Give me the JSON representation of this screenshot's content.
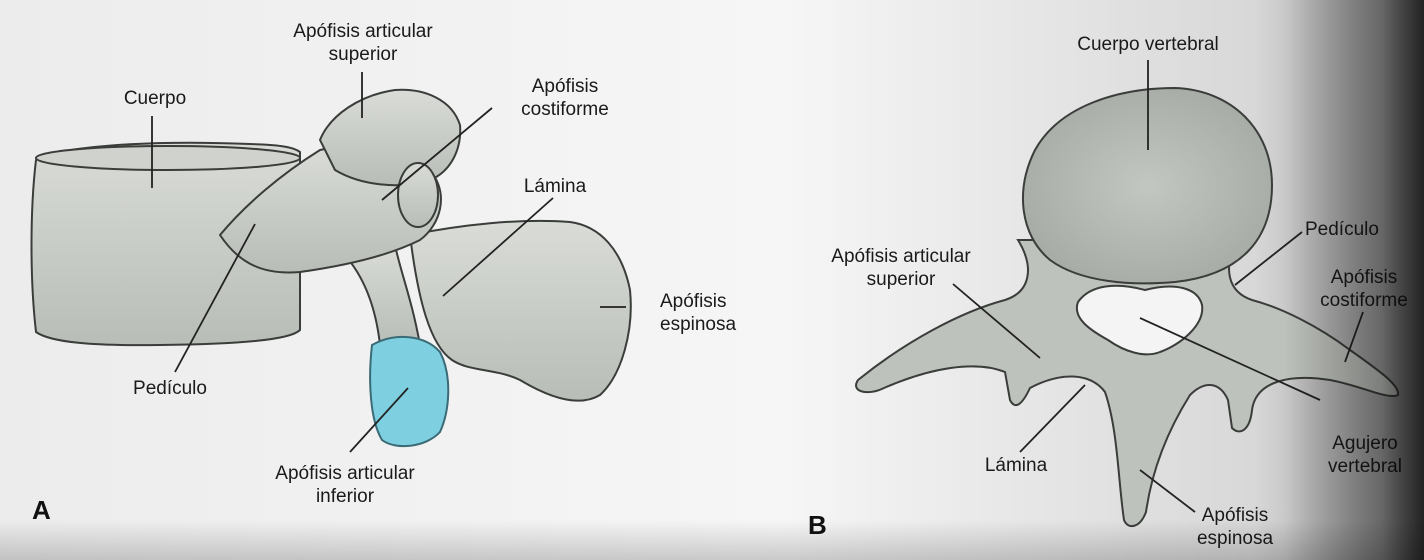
{
  "figure_a": {
    "panel_letter": "A",
    "labels": {
      "apofisis_articular_superior": "Apófisis articular\nsuperior",
      "cuerpo": "Cuerpo",
      "apofisis_costiforme": "Apófisis\ncostiforme",
      "lamina": "Lámina",
      "apofisis_espinosa": "Apófisis\nespinosa",
      "pediculo": "Pedículo",
      "apofisis_articular_inferior": "Apófisis articular\ninferior"
    },
    "highlight_color": "#7ecfe0"
  },
  "figure_b": {
    "panel_letter": "B",
    "labels": {
      "cuerpo_vertebral": "Cuerpo vertebral",
      "pediculo": "Pedículo",
      "apofisis_articular_superior": "Apófisis articular\nsuperior",
      "apofisis_costiforme": "Apófisis\ncostiforme",
      "agujero_vertebral": "Agujero\nvertebral",
      "lamina": "Lámina",
      "apofisis_espinosa": "Apófisis\nespinosa"
    }
  },
  "colors": {
    "bone_fill": "#c9cdc8",
    "bone_dark": "#8f948f",
    "line": "#222222"
  }
}
